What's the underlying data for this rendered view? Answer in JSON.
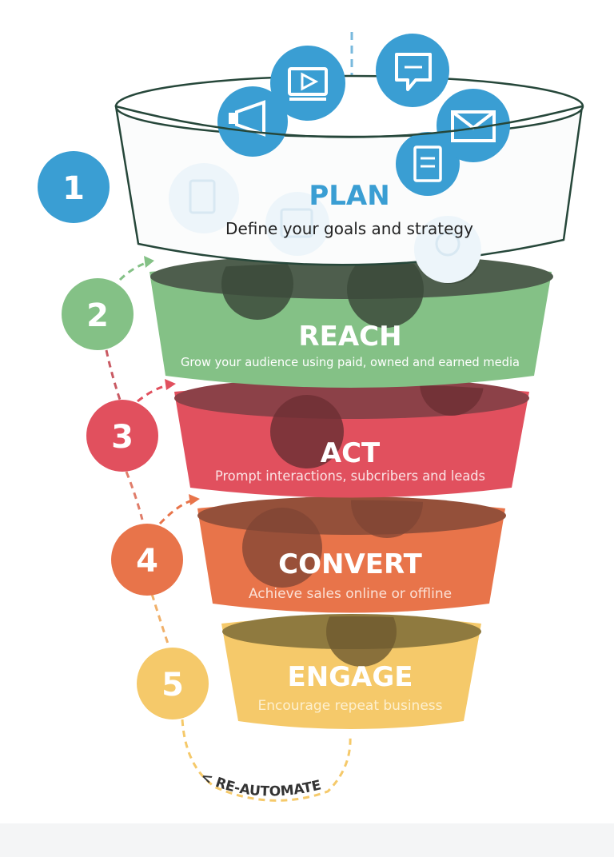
{
  "stages": [
    {
      "number": "1",
      "title": "PLAN",
      "subtitle": "Define your goals and strategy",
      "color": "#3a9ed3"
    },
    {
      "number": "2",
      "title": "REACH",
      "subtitle": "Grow your audience using paid, owned and earned media",
      "color": "#84c186"
    },
    {
      "number": "3",
      "title": "ACT",
      "subtitle": "Prompt interactions, subcribers and leads",
      "color": "#e1505e"
    },
    {
      "number": "4",
      "title": "CONVERT",
      "subtitle": "Achieve sales online or offline",
      "color": "#e8744a"
    },
    {
      "number": "5",
      "title": "ENGAGE",
      "subtitle": "Encourage repeat business",
      "color": "#f5c96a"
    }
  ],
  "loop_label": "< RE-AUTOMATE",
  "icons": [
    "megaphone-icon",
    "video-icon",
    "chat-icon",
    "mail-icon",
    "document-icon",
    "calendar-icon",
    "badge-icon",
    "folder-icon"
  ]
}
